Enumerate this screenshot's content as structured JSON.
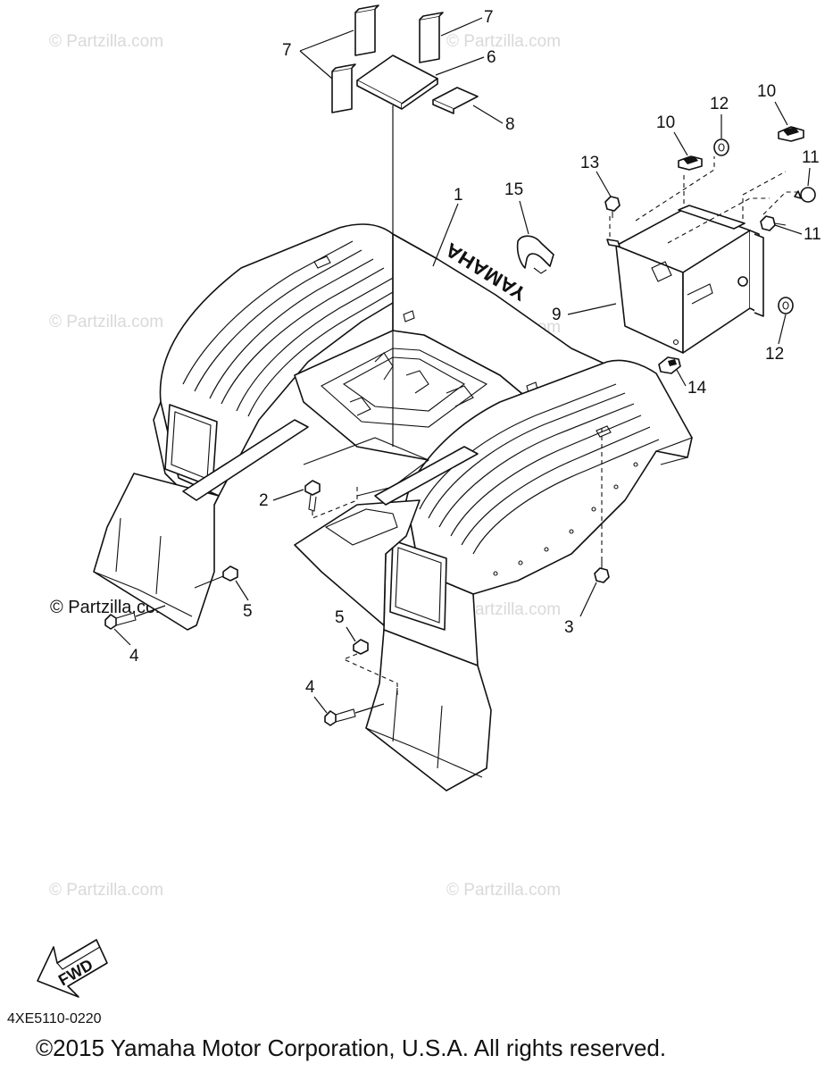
{
  "diagram": {
    "code": "4XE5110-0220",
    "copyright": "©2015 Yamaha Motor Corporation, U.S.A. All rights reserved.",
    "fwd_label": "FWD",
    "fender_brand": "YAMAHA",
    "watermark": "© Partzilla.com",
    "callouts": [
      "1",
      "2",
      "3",
      "4",
      "4",
      "5",
      "5",
      "6",
      "7",
      "7",
      "8",
      "9",
      "10",
      "10",
      "11",
      "11",
      "12",
      "12",
      "13",
      "14",
      "15"
    ]
  }
}
